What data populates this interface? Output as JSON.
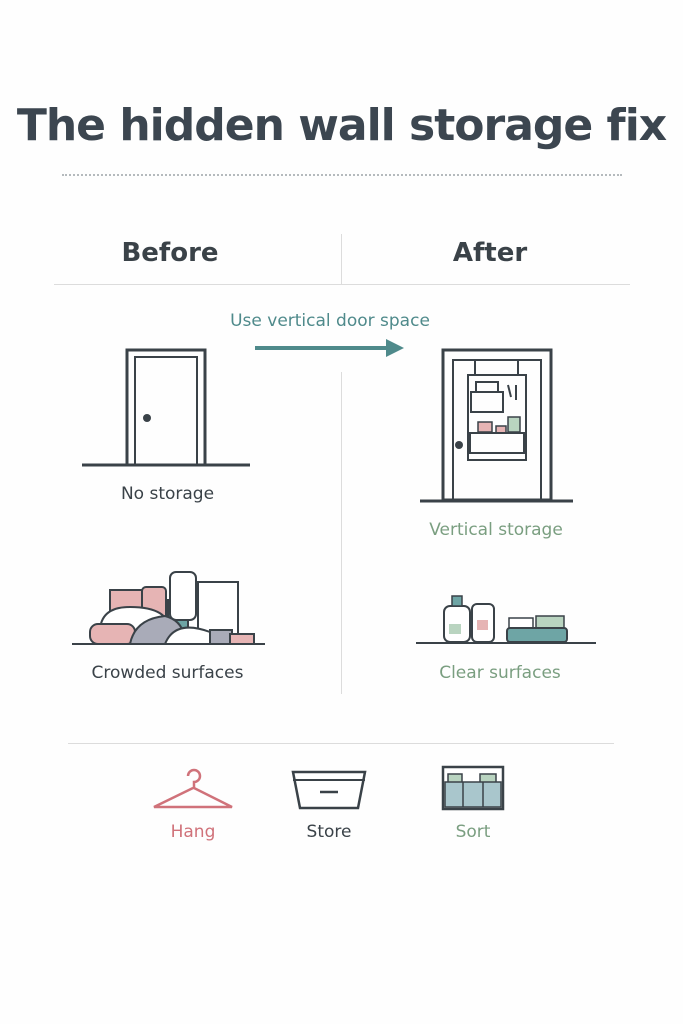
{
  "title": "The hidden wall storage fix",
  "columns": {
    "before": "Before",
    "after": "After"
  },
  "arrow_label": "Use vertical door space",
  "before": {
    "door_label": "No storage",
    "surface_label": "Crowded surfaces"
  },
  "after": {
    "door_label": "Vertical storage",
    "surface_label": "Clear surfaces"
  },
  "actions": [
    {
      "label": "Hang",
      "icon": "hanger-icon"
    },
    {
      "label": "Store",
      "icon": "storage-bin-icon"
    },
    {
      "label": "Sort",
      "icon": "organizer-icon"
    }
  ],
  "colors": {
    "text": "#3a4248",
    "teal": "#4f8a8b",
    "green": "#7a9e80",
    "pink": "#d0727a"
  }
}
